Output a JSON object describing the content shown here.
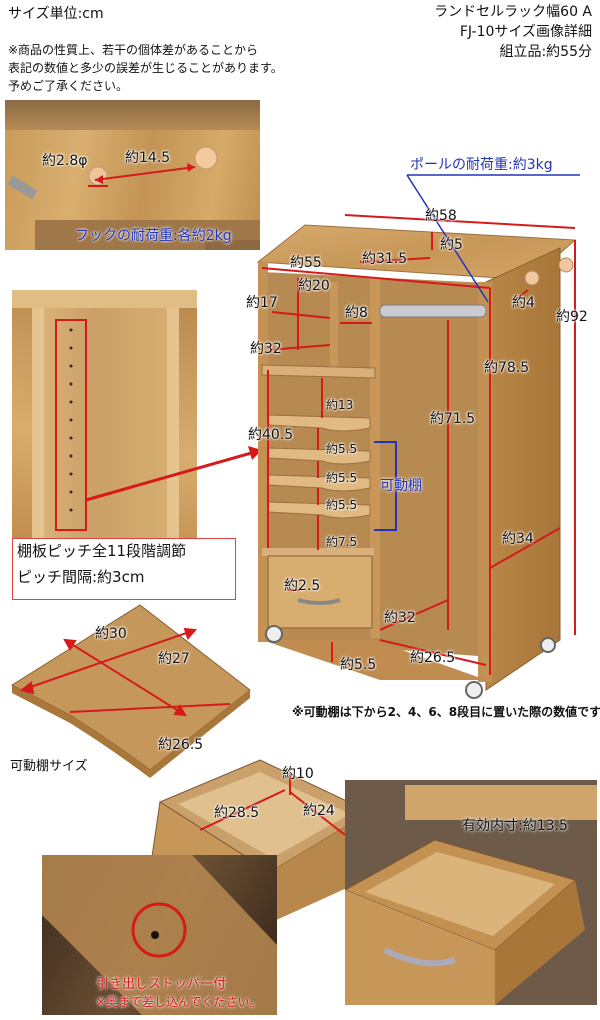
{
  "header": {
    "unit_label": "サイズ単位:cm",
    "product_title": "ランドセルラック幅60 A",
    "subtitle": "FJ-10サイズ画像詳細",
    "assembly": "組立品:約55分",
    "note_line1": "※商品の性質上、若干の個体差があることから",
    "note_line2": "表記の数値と多少の誤差が生じることがあります。",
    "note_line3": "予めご了承ください。"
  },
  "hook_photo": {
    "dim_diameter": "約2.8φ",
    "dim_length": "約14.5",
    "caption": "フックの耐荷重:各約2kg"
  },
  "pole_caption": "ポールの耐荷重:約3kg",
  "rack_dims": {
    "width_total": "約58",
    "inner_width": "約55",
    "top_inner": "約31.5",
    "top_depth": "約5",
    "hook_gap": "約4",
    "height_total": "約92",
    "small_w": "約20",
    "small_h": "約17",
    "small_8": "約8",
    "shelf_32": "約32",
    "right_78": "約78.5",
    "inner_71": "約71.5",
    "left_40": "約40.5",
    "gap_13": "約13",
    "gap_55a": "約5.5",
    "gap_55b": "約5.5",
    "gap_55c": "約5.5",
    "gap_75": "約7.5",
    "movable_label": "可動棚",
    "depth_34": "約34",
    "drawer_h": "約2.5",
    "bottom_32": "約32",
    "bottom_265": "約26.5",
    "caster_55": "約5.5"
  },
  "pitch_box": {
    "line1": "棚板ピッチ全11段階調節",
    "line2": "ピッチ間隔:約3cm"
  },
  "movable_shelf": {
    "dim_30": "約30",
    "dim_27": "約27",
    "dim_265": "約26.5",
    "label": "可動棚サイズ"
  },
  "footnote": "※可動棚は下から2、4、6、8段目に置いた際の数値です。",
  "drawer": {
    "dim_10": "約10",
    "dim_285": "約28.5",
    "dim_24": "約24",
    "inner_height": "有効内寸:約13.5"
  },
  "stopper": {
    "line1": "引き出しストッパー付",
    "line2": "※奥まで差し込んでください。"
  },
  "colors": {
    "blue_text": "#2233bb",
    "red_text": "#d61a1a",
    "wood": "#c99a5c"
  }
}
